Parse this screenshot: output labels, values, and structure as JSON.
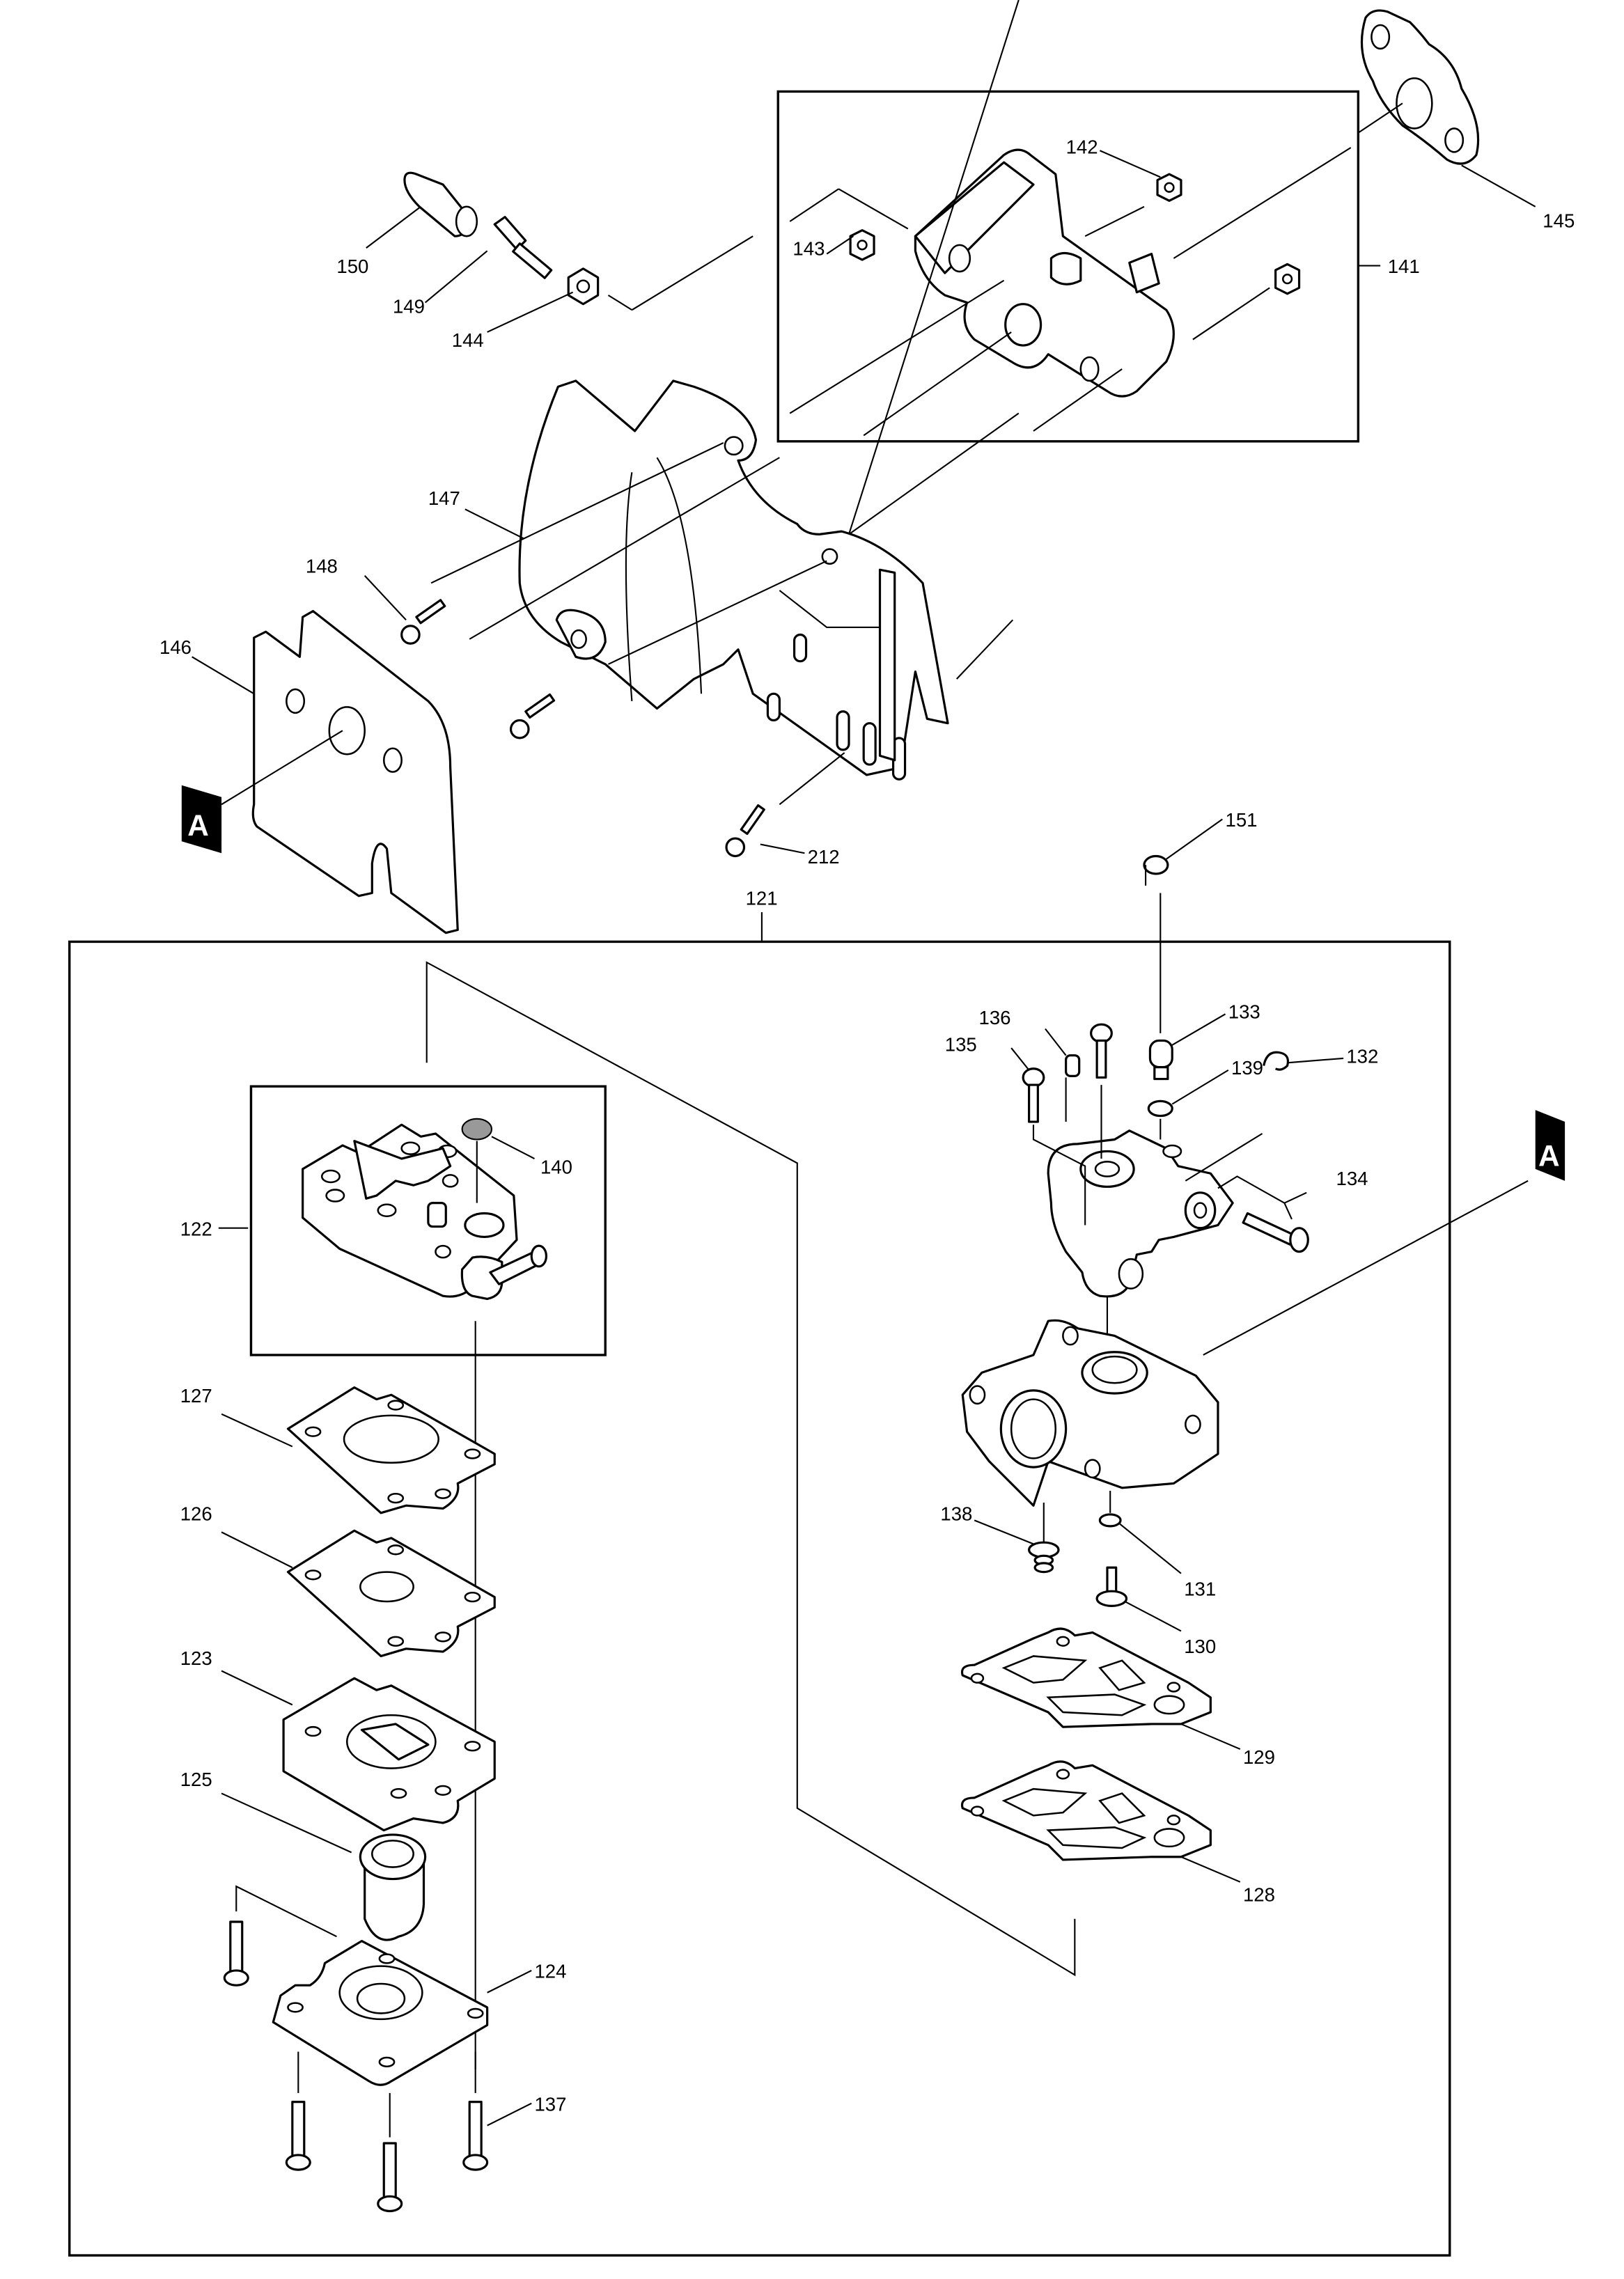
{
  "title": "Carburetor and insulator exploded parts diagram",
  "reference_marker": "A",
  "parts": {
    "p121": "121",
    "p122": "122",
    "p123": "123",
    "p124": "124",
    "p125": "125",
    "p126": "126",
    "p127": "127",
    "p128": "128",
    "p129": "129",
    "p130": "130",
    "p131": "131",
    "p132": "132",
    "p133": "133",
    "p134": "134",
    "p135": "135",
    "p136": "136",
    "p137": "137",
    "p138": "138",
    "p139": "139",
    "p140": "140",
    "p141": "141",
    "p142": "142",
    "p143": "143",
    "p144": "144",
    "p145": "145",
    "p146": "146",
    "p147": "147",
    "p148": "148",
    "p149": "149",
    "p150": "150",
    "p151": "151",
    "p212": "212"
  }
}
